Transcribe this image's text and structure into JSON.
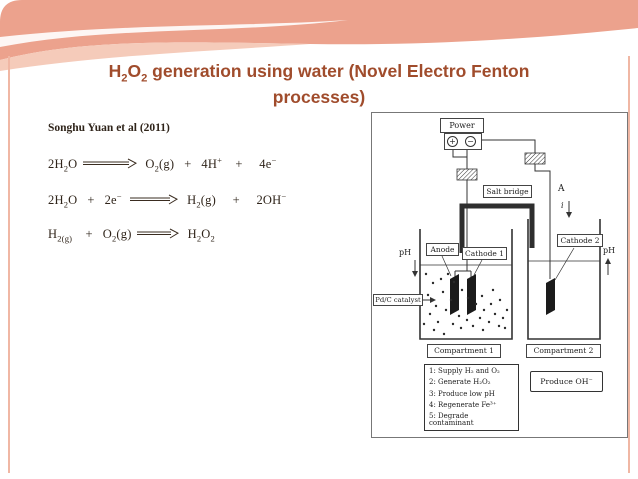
{
  "theme": {
    "accent": "#ECA28D",
    "accent_light": "#F5CBBA",
    "title_color": "#A04C2C",
    "text_color": "#2F241A"
  },
  "slide": {
    "title_tokens": [
      {
        "t": "H"
      },
      {
        "t": "2",
        "s": "sub"
      },
      {
        "t": "O"
      },
      {
        "t": "2",
        "s": "sub"
      },
      {
        "t": " generation using water (Novel Electro Fenton"
      },
      {
        "type": "br"
      },
      {
        "t": "processes)"
      }
    ],
    "author": "Songhu Yuan et al (2011)",
    "equations": {
      "eq1": [
        {
          "t": "2H"
        },
        {
          "t": "2",
          "s": "sub"
        },
        {
          "t": "O "
        },
        {
          "type": "arrow",
          "w": 54
        },
        {
          "t": "  O"
        },
        {
          "t": "2",
          "s": "sub"
        },
        {
          "t": "(g)   +   4H"
        },
        {
          "t": "+",
          "s": "sup"
        },
        {
          "t": "    +     4e"
        },
        {
          "t": "−",
          "s": "sup"
        }
      ],
      "eq2": [
        {
          "t": "2H"
        },
        {
          "t": "2",
          "s": "sub"
        },
        {
          "t": "O   +   2e"
        },
        {
          "t": "−",
          "s": "sup"
        },
        {
          "t": "  "
        },
        {
          "type": "arrow",
          "w": 48
        },
        {
          "t": "  H"
        },
        {
          "t": "2",
          "s": "sub"
        },
        {
          "t": "(g)     +     2OH"
        },
        {
          "t": "−",
          "s": "sup"
        }
      ],
      "eq3": [
        {
          "t": "H"
        },
        {
          "t": "2(g)",
          "s": "sub"
        },
        {
          "t": "    +   O"
        },
        {
          "t": "2",
          "s": "sub"
        },
        {
          "t": "(g) "
        },
        {
          "type": "arrow",
          "w": 42
        },
        {
          "t": "  H"
        },
        {
          "t": "2",
          "s": "sub"
        },
        {
          "t": "O"
        },
        {
          "t": "2",
          "s": "sub"
        }
      ]
    }
  },
  "diagram": {
    "power": "Power",
    "plus": "+",
    "minus": "−",
    "salt_bridge": "Salt bridge",
    "anode": "Anode",
    "cathode1": "Cathode 1",
    "cathode2": "Cathode 2",
    "ph_left": "pH",
    "ph_right": "pH",
    "ammeter": "A",
    "current": "i",
    "catalyst": "Pd/C catalyst",
    "compartment1": "Compartment 1",
    "compartment2": "Compartment 2",
    "steps": [
      "1: Supply H₂ and O₂",
      "2: Generate H₂O₂",
      "3: Produce low pH",
      "4: Regenerate Fe³⁺",
      "5: Degrade contaminant"
    ],
    "produce": "Produce OH⁻"
  }
}
